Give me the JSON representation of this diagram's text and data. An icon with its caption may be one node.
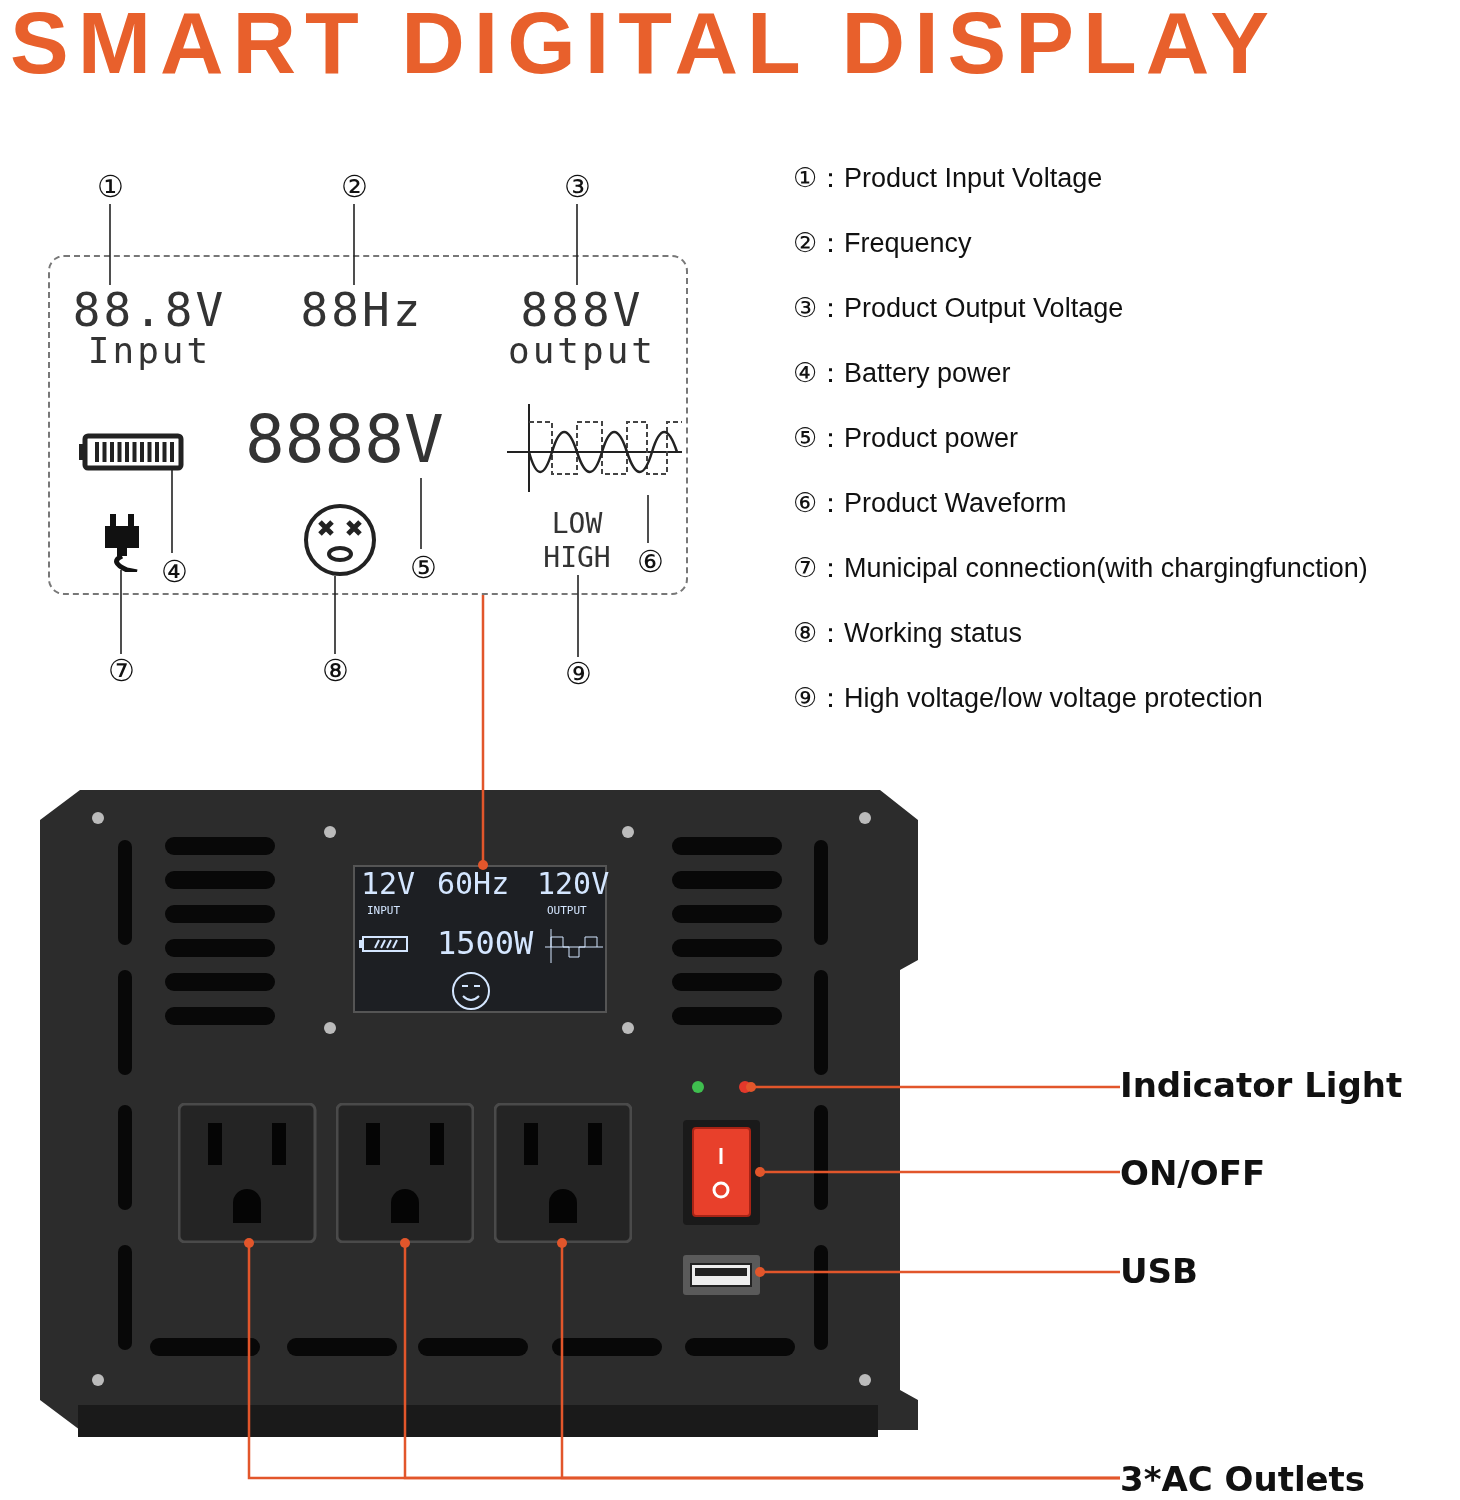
{
  "diagram": {
    "title": "SMART DIGITAL DISPLAY",
    "nodes": [
      {
        "text": [],
        "shape": "box"
      },
      {
        "text": [
          "①"
        ]
      },
      {
        "text": [
          "②"
        ]
      },
      {
        "text": [
          "③"
        ]
      },
      {
        "text": [
          "88.8V",
          "Input"
        ],
        "in": 0
      },
      {
        "text": [
          "88Hz"
        ],
        "in": 0
      },
      {
        "text": [
          "888V",
          "output"
        ],
        "in": 0
      },
      {
        "text": [],
        "shape": "picture",
        "in": 0
      },
      {
        "text": [
          "8888V"
        ],
        "in": 0
      },
      {
        "text": [],
        "shape": "picture",
        "in": 0
      },
      {
        "text": [],
        "shape": "picture",
        "in": 0
      },
      {
        "text": [],
        "shape": "picture",
        "in": 0
      },
      {
        "text": [
          "LOW HIGH"
        ],
        "in": 0
      },
      {
        "text": [
          "④"
        ],
        "in": 0
      },
      {
        "text": [
          "⑤"
        ],
        "in": 0
      },
      {
        "text": [
          "⑥"
        ],
        "in": 0
      },
      {
        "text": [
          "⑦"
        ]
      },
      {
        "text": [
          "⑧"
        ]
      },
      {
        "text": [
          "⑨"
        ]
      },
      {
        "text": [],
        "shape": "picture"
      },
      {
        "text": [
          "12V",
          "INPUT",
          "60Hz",
          "120V",
          "OUTPUT",
          "1500W"
        ],
        "in": 19
      },
      {
        "text": [
          "Indicator Light"
        ]
      },
      {
        "text": [],
        "shape": "circle",
        "in": 19
      },
      {
        "text": [
          "ON/OFF"
        ]
      },
      {
        "text": [],
        "shape": "picture",
        "in": 19
      },
      {
        "text": [
          "USB"
        ]
      },
      {
        "text": [],
        "shape": "picture",
        "in": 19
      },
      {
        "text": [
          "3*AC Outlets"
        ]
      },
      {
        "text": [],
        "shape": "picture",
        "in": 19
      },
      {
        "text": [],
        "shape": "picture",
        "in": 19
      },
      {
        "text": [],
        "shape": "picture",
        "in": 19
      }
    ],
    "edges": [
      {
        "from": 1,
        "to": 4,
        "arrow": "none"
      },
      {
        "from": 2,
        "to": 5,
        "arrow": "none"
      },
      {
        "from": 3,
        "to": 6,
        "arrow": "none"
      },
      {
        "from": 13,
        "to": 7,
        "arrow": "none"
      },
      {
        "from": 14,
        "to": 8,
        "arrow": "none"
      },
      {
        "from": 15,
        "to": 9,
        "arrow": "none"
      },
      {
        "from": 16,
        "to": 10,
        "arrow": "none"
      },
      {
        "from": 17,
        "to": 11,
        "arrow": "none"
      },
      {
        "from": 18,
        "to": 12,
        "arrow": "none"
      },
      {
        "from": 0,
        "to": 20,
        "arrow": "other",
        "color": "#e2562b"
      },
      {
        "from": 21,
        "to": 22,
        "arrow": "other",
        "color": "#e2562b"
      },
      {
        "from": 23,
        "to": 24,
        "arrow": "other",
        "color": "#e2562b"
      },
      {
        "from": 25,
        "to": 26,
        "arrow": "other",
        "color": "#e2562b"
      },
      {
        "from": 27,
        "to": 28,
        "arrow": "other",
        "color": "#e2562b"
      },
      {
        "from": 27,
        "to": 29,
        "arrow": "other",
        "color": "#e2562b"
      },
      {
        "from": 27,
        "to": 30,
        "arrow": "other",
        "color": "#e2562b"
      }
    ],
    "labels": [
      "①：Product Input Voltage",
      "②：Frequency",
      "③：Product Output Voltage",
      "④：Battery power",
      "⑤：Product power",
      "⑥：Product Waveform",
      "⑦：Municipal connection(with chargingfunction)",
      "⑧：Working status",
      "⑨：High voltage/low voltage protection"
    ]
  }
}
